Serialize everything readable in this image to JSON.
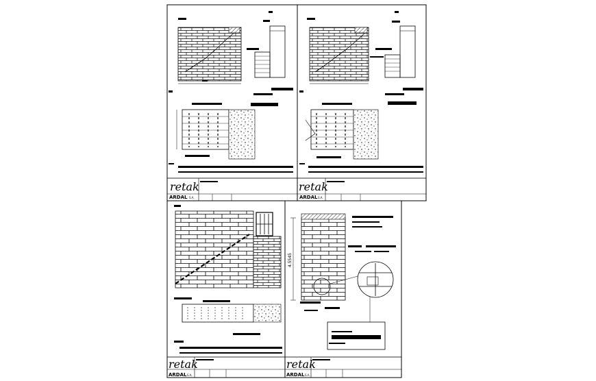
{
  "sheets": [
    {
      "id": "sheet-1",
      "logo": "retak",
      "brand": "ARDAL",
      "brand_suffix": "S.A."
    },
    {
      "id": "sheet-2",
      "logo": "retak",
      "brand": "ARDAL",
      "brand_suffix": "S.A."
    },
    {
      "id": "sheet-3",
      "logo": "retak",
      "brand": "ARDAL",
      "brand_suffix": "S.A."
    },
    {
      "id": "sheet-4",
      "logo": "retak",
      "brand": "ARDAL",
      "brand_suffix": "S.A.",
      "height_label": "4.5545"
    }
  ],
  "colors": {
    "ink": "#000000",
    "paper": "#ffffff"
  }
}
